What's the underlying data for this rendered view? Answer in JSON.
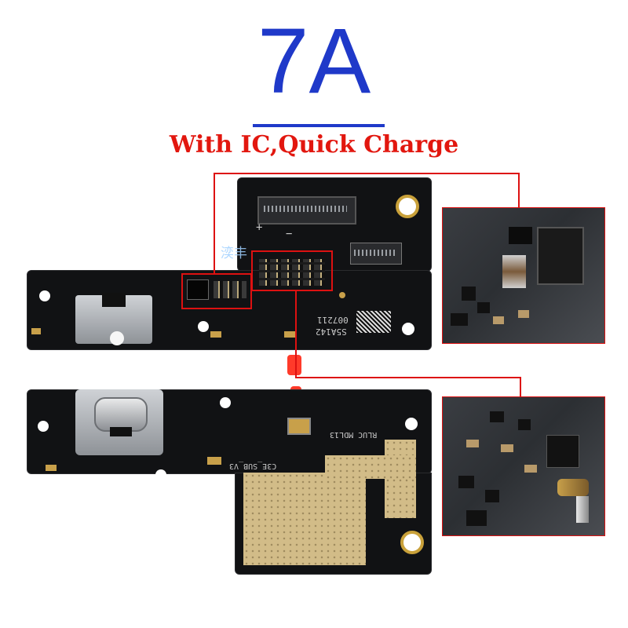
{
  "header": {
    "model": "7A",
    "subtitle": "With IC,Quick Charge"
  },
  "board_top": {
    "plus_label": "+",
    "minus_label": "−",
    "code1": "S5A142",
    "code2": "007211"
  },
  "board_bottom": {
    "label1": "C3E_SUB_V3",
    "label2": "RLUC MDL13"
  },
  "watermark": "湙丰",
  "colors": {
    "title_blue": "#1f39c9",
    "subtitle_red": "#e2170f",
    "pcb_black": "#111214",
    "gold": "#c8a04a",
    "highlight_red": "#d11111"
  }
}
